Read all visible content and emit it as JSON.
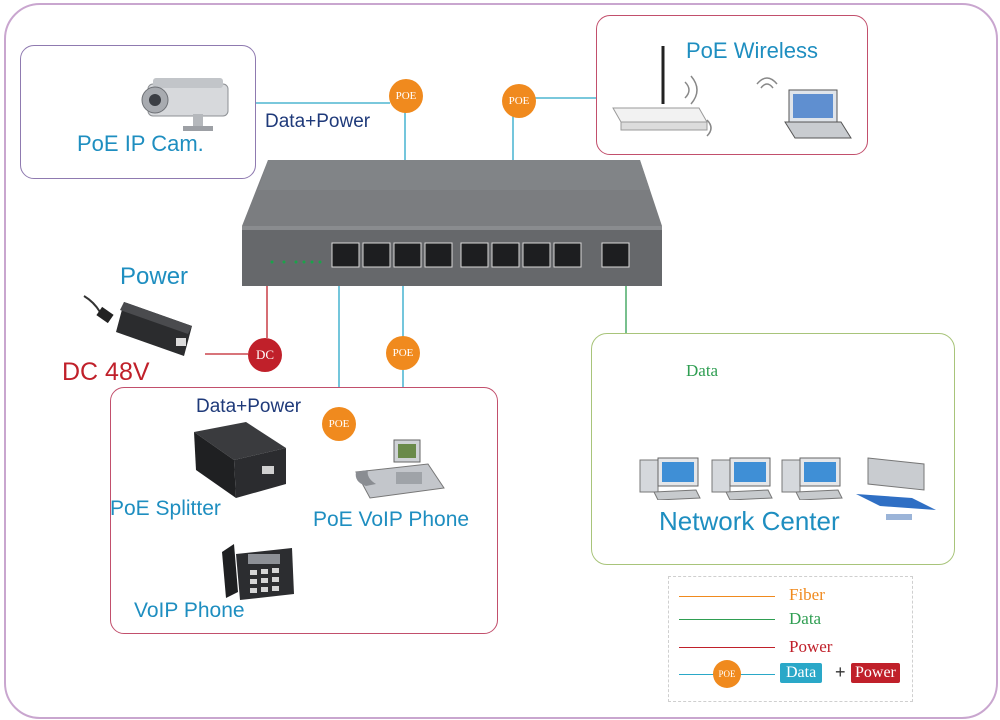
{
  "outer_border_color": "#c9a6cf",
  "camera_box": {
    "label": "PoE IP Cam.",
    "border_color": "#8f7ab0"
  },
  "cam_link": {
    "label": "Data+Power",
    "badge": "POE"
  },
  "wireless_link": {
    "badge": "POE"
  },
  "wireless_box": {
    "label": "PoE Wireless",
    "border_color": "#c24f6c"
  },
  "power": {
    "label": "Power",
    "voltage_label": "DC 48V",
    "badge": "DC"
  },
  "phone_box": {
    "border_color": "#c24f6c",
    "link_label": "Data+Power",
    "splitter_badge": "POE",
    "phone_badge": "POE",
    "splitter_label": "PoE Splitter",
    "voip_phone_label": "PoE VoIP Phone",
    "phone_label": "VoIP Phone"
  },
  "network_box": {
    "label": "Network Center",
    "data_label": "Data",
    "border_color": "#a8c47a"
  },
  "legend": {
    "fiber": "Fiber",
    "data": "Data",
    "power": "Power",
    "poe_badge": "POE",
    "data_tag": "Data",
    "plus": "+",
    "power_tag": "Power"
  },
  "colors": {
    "poe_orange": "#f08a1e",
    "dc_red": "#c0202a",
    "data_green": "#2f9e52",
    "power_red": "#c0202a",
    "data_plus_power_blue": "#2aa8c8",
    "label_blue": "#1e8ec0",
    "switch_gray": "#6e7072"
  }
}
